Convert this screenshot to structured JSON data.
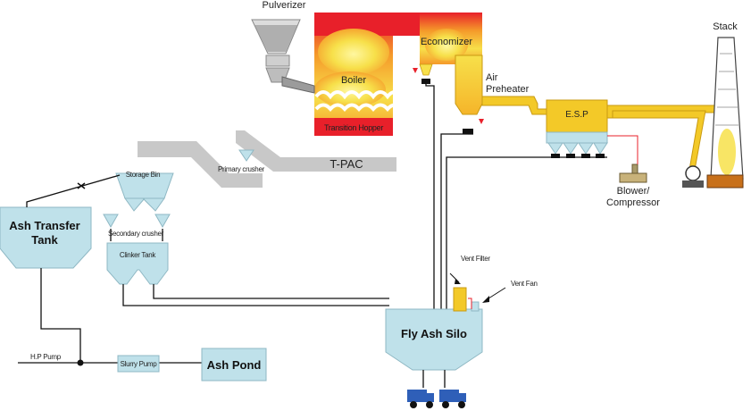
{
  "labels": {
    "pulverizer": "Pulverizer",
    "boiler": "Boiler",
    "transition_hopper": "Transition Hopper",
    "economizer": "Economizer",
    "air_preheater_1": "Air",
    "air_preheater_2": "Preheater",
    "esp": "E.S.P",
    "stack": "Stack",
    "tpac": "T-PAC",
    "primary_crusher": "Primary crusher",
    "storage_bin": "Storage Bin",
    "secondary_crusher": "Secondary crusher",
    "clinker_tank": "Clinker Tank",
    "ash_transfer_tank_1": "Ash Transfer",
    "ash_transfer_tank_2": "Tank",
    "blower_1": "Blower/",
    "blower_2": "Compressor",
    "vent_filter": "Vent Filter",
    "vent_fan": "Vent Fan",
    "fly_ash_silo": "Fly Ash Silo",
    "hp_pump": "H.P Pump",
    "slurry_pump": "Slurry Pump",
    "ash_pond": "Ash Pond"
  },
  "colors": {
    "flame_yellow": "#f7e04a",
    "flame_orange": "#f59a2a",
    "flame_red": "#e8202a",
    "duct_yellow": "#f3c928",
    "tank_blue": "#bfe1ea",
    "belt_gray": "#c8c8c8",
    "truck_blue": "#2f5fb8"
  }
}
